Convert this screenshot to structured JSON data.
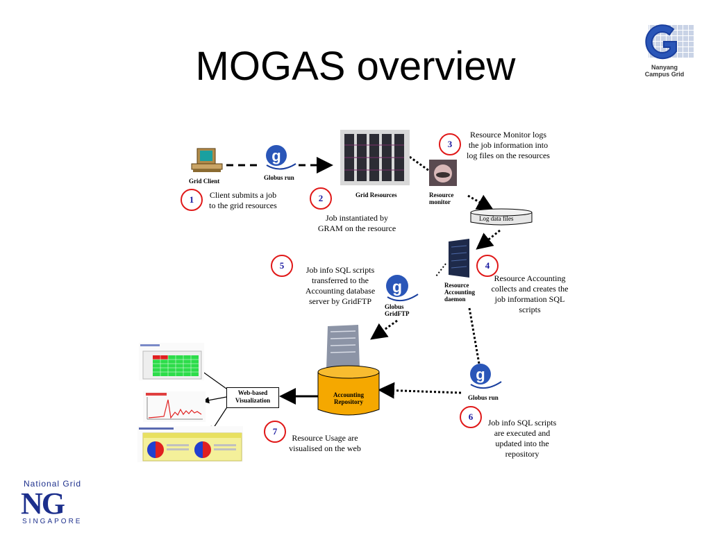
{
  "slide": {
    "title": "MOGAS overview"
  },
  "logos": {
    "top_right": {
      "line1": "Nanyang",
      "line2": "Campus Grid"
    },
    "bottom_left": {
      "line1": "National Grid",
      "mark": "NG",
      "line2": "SINGAPORE"
    }
  },
  "nodes": {
    "grid_client": "Grid Client",
    "globus_run_top": "Globus run",
    "grid_resources": "Grid Resources",
    "resource_monitor": "Resource monitor",
    "log_data_files": "Log data files",
    "resource_accounting_daemon": "Resource Accounting daemon",
    "globus_gridftp": "Globus GridFTP",
    "globus_run_bottom": "Globus run",
    "accounting_repository": "Accounting Repository",
    "web_based_visualization": "Web-based Visualization"
  },
  "steps": [
    {
      "number": "1",
      "text": "Client submits a job to the grid resources"
    },
    {
      "number": "2",
      "text": "Job instantiated by GRAM on the resource"
    },
    {
      "number": "3",
      "text": "Resource Monitor logs the job information into log files on the resources"
    },
    {
      "number": "4",
      "text": "Resource Accounting collects and creates the job information SQL scripts"
    },
    {
      "number": "5",
      "text": "Job info SQL scripts transferred to the Accounting database server by GridFTP"
    },
    {
      "number": "6",
      "text": "Job info SQL scripts are executed and updated into the repository"
    },
    {
      "number": "7",
      "text": "Resource Usage are visualised on the web"
    }
  ],
  "colors": {
    "step_circle": "#e01818",
    "step_number": "#1818a0",
    "repository_fill": "#f5a800",
    "globus_blue": "#1a3f9e",
    "ng_blue": "#1c2f8c"
  }
}
